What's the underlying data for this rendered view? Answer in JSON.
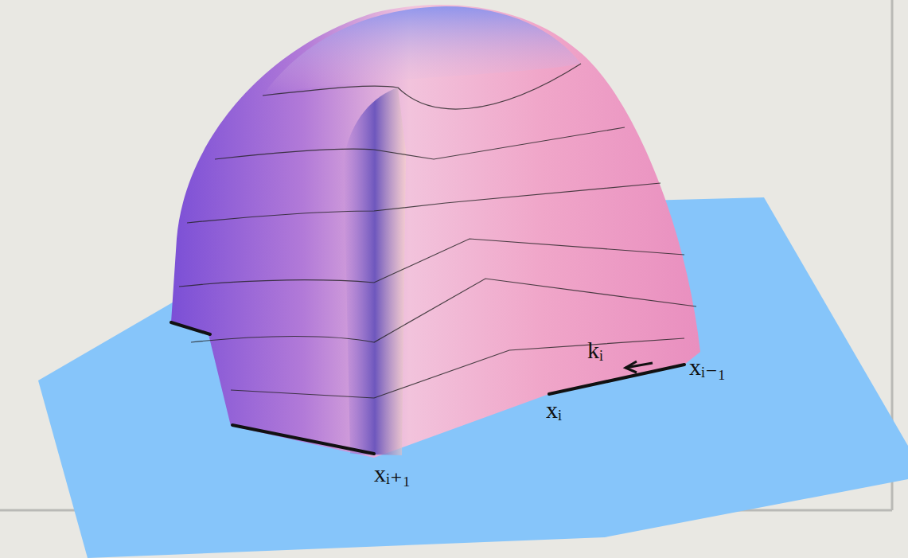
{
  "diagram": {
    "labels": [
      "kᵢ",
      "xᵢ₋₁",
      "xᵢ",
      "xᵢ₊₁"
    ]
  }
}
